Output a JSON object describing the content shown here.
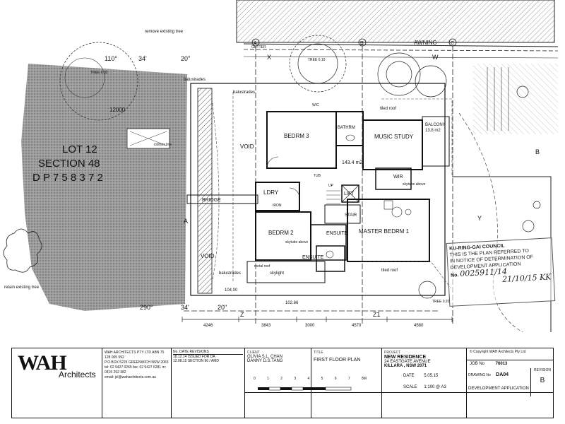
{
  "site": {
    "lot": "LOT 12",
    "section": "SECTION 48",
    "dp": "D P 7 5 8 3 7 2",
    "dim_12000": "12000",
    "remove_tree": "remove existing tree",
    "retain_tree": "retain existing tree",
    "bearing_top_deg": "110°",
    "bearing_top_min": "34'",
    "bearing_top_sec": "20\"",
    "bearing_bot_deg": "290°",
    "bearing_bot_min": "34'",
    "bearing_bot_sec": "20\"",
    "awning": "AWNING",
    "gutter": "GUTTER",
    "tree_1": "TREE 6.30",
    "tree_2": "TREE 6.10",
    "tree_3": "TREE 0.20",
    "grid_x": "X",
    "grid_w": "W",
    "grid_z": "Z",
    "grid_z1": "Z1",
    "grid_a": "A",
    "grid_b": "B",
    "grid_c": "C",
    "grid_y": "Y",
    "dim_102": "102.66",
    "dim_104": "104.00"
  },
  "rooms": {
    "bedroom3": "BEDRM 3",
    "bathroom": "BATHRM",
    "music_study": "MUSIC STUDY",
    "balcony": "BALCONY",
    "balcony_area": "13.8 m2",
    "void_left": "VOID",
    "void_bottom": "VOID",
    "lobby_area": "143.4 m2",
    "laundry": "LDRY",
    "lift": "LIFT",
    "wir": "WIR",
    "skytube_above": "skytube above",
    "bridge": "BRIDGE",
    "bedroom2": "BEDRM 2",
    "ensuite_top": "ENSUITE",
    "ensuite_bottom": "ENSUITE",
    "master": "MASTER BEDRM 1",
    "stair": "STAIR",
    "up": "UP",
    "tiled_roof_top": "tiled roof",
    "tiled_roof_bottom": "tiled roof",
    "balustrades_1": "balustrades",
    "balustrades_2": "balustrades",
    "balustrades_3": "balustrades",
    "clothes_line": "clothes line",
    "skylight": "skylight",
    "metal_roof": "metal roof",
    "iron": "IRON",
    "tub": "TUB",
    "wc": "W/C"
  },
  "dims_bottom": [
    "4246",
    "3843",
    "3000",
    "4570",
    "4580"
  ],
  "stamp": {
    "line1": "KU-RING-GAI COUNCIL",
    "line2": "THIS IS THE PLAN REFERRED TO",
    "line3": "IN NOTICE OF DETERMINATION OF",
    "line4": "DEVELOPMENT APPLICATION",
    "no_label": "No.",
    "no_value": "0025911/14",
    "date_value": "21/10/15 KK"
  },
  "title_block": {
    "logo_mark": "WAH",
    "logo_word": "Architects",
    "firm_name": "WAH ARCHITECTS PTY LTD   ABN 75 128 005 592",
    "firm_addr": "P.O.BOX 5225  GREENWICH  NSW 2065",
    "firm_phone": "tel: 02 9427 0265  fax: 02 9427 6281  m: 0415 292 382",
    "firm_email": "email: jzl@waharchitects.com.au",
    "rev_header": "No.  DATE  REVISIONS",
    "rev_1": "18.12.14   ISSUED FOR DA",
    "rev_2": "12.08.15   SECTION 96 / AMD",
    "client_label": "CLIENT",
    "client_1": "OLIVIA S.L. CHAN",
    "client_2": "DANNY D.S.TANG",
    "title_label": "TITLE",
    "title_value": "FIRST FLOOR PLAN",
    "project_label": "PROJECT",
    "project_name": "NEW RESIDENCE",
    "project_addr1": "24 EASTGATE AVENUE",
    "project_addr2": "KILLARA , NSW 2071",
    "copyright": "Copyright WAH Architects Pty Ltd",
    "jobno_label": "JOB No",
    "jobno_value": "76013",
    "drawing_label": "DRAWING No",
    "drawing_value": "DA04",
    "revision_label": "REVISION",
    "revision_value": "B",
    "date_label": "DATE",
    "date_value": "5.05.15",
    "scale_label": "SCALE",
    "scale_value": "1:100 @ A3",
    "status_value": "DEVELOPMENT APPLICATION",
    "scale_ticks": [
      "0",
      "1",
      "2",
      "3",
      "4",
      "5",
      "6",
      "7",
      "8M"
    ]
  }
}
